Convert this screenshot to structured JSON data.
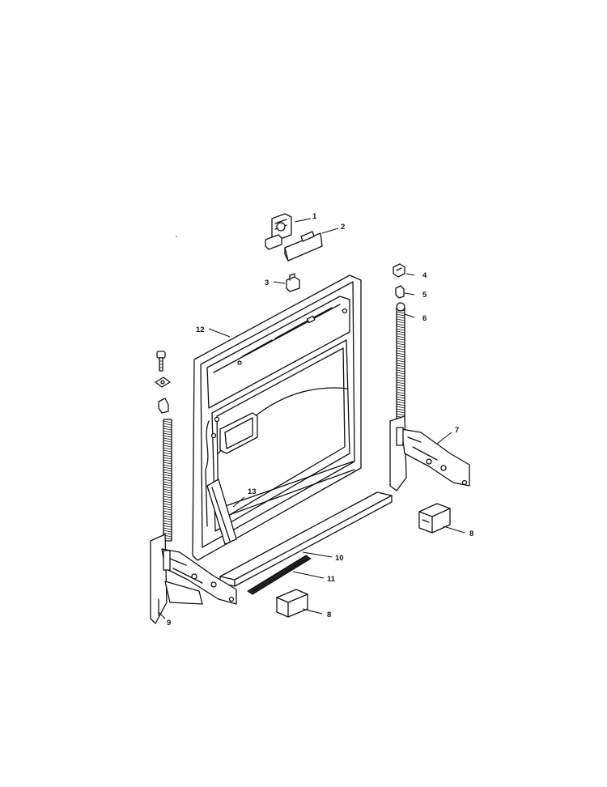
{
  "callouts": [
    {
      "id": "c1",
      "label": "1"
    },
    {
      "id": "c2",
      "label": "2"
    },
    {
      "id": "c3",
      "label": "3"
    },
    {
      "id": "c4",
      "label": "4"
    },
    {
      "id": "c5",
      "label": "5"
    },
    {
      "id": "c6",
      "label": "6"
    },
    {
      "id": "c7",
      "label": "7"
    },
    {
      "id": "c8a",
      "label": "8"
    },
    {
      "id": "c8b",
      "label": "8"
    },
    {
      "id": "c9",
      "label": "9"
    },
    {
      "id": "c10",
      "label": "10"
    },
    {
      "id": "c11",
      "label": "11"
    },
    {
      "id": "c12",
      "label": "12"
    },
    {
      "id": "c13",
      "label": "13"
    }
  ],
  "colors": {
    "ink": "#111111",
    "paper": "#ffffff"
  }
}
